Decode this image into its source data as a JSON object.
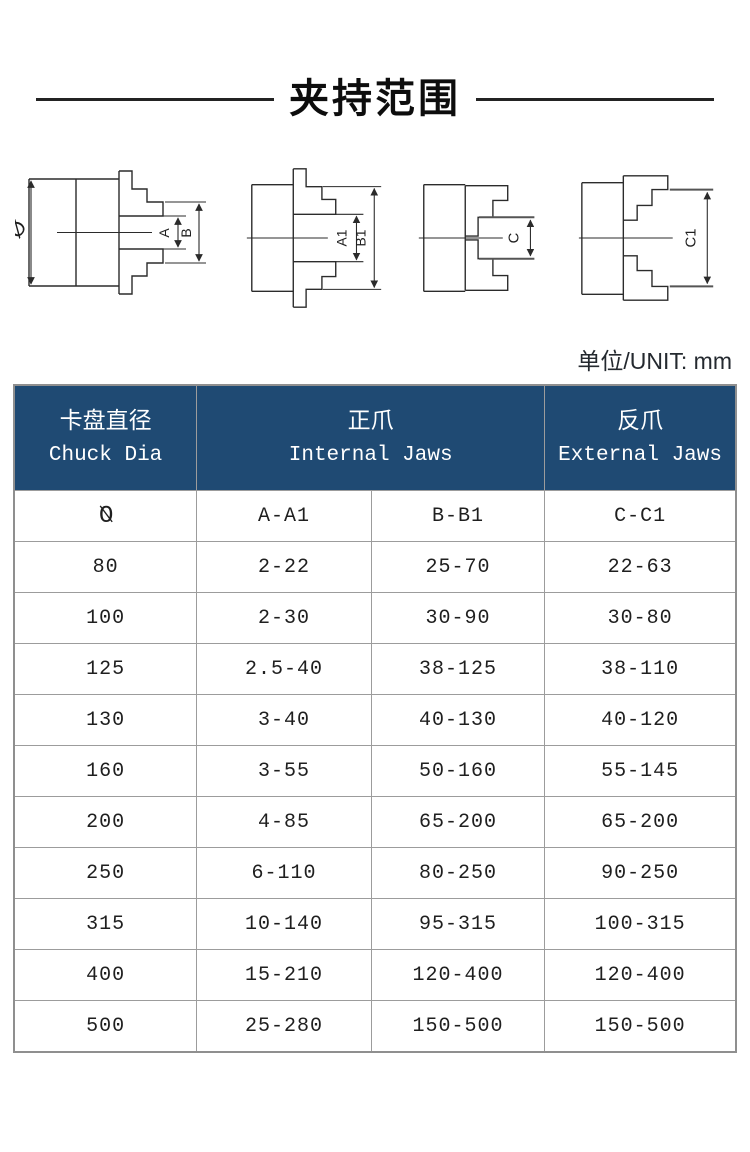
{
  "page": {
    "title": "夹持范围",
    "unit_label": "单位/UNIT: mm"
  },
  "diagrams": [
    {
      "name": "chuck-internal-jaws-gripping-view",
      "labels": [
        "Ø",
        "A",
        "B"
      ]
    },
    {
      "name": "chuck-internal-jaws-expanding-view",
      "labels": [
        "A1",
        "B1"
      ]
    },
    {
      "name": "chuck-external-jaws-gripping-view",
      "labels": [
        "C"
      ]
    },
    {
      "name": "chuck-external-jaws-expanding-view",
      "labels": [
        "C1"
      ]
    }
  ],
  "table": {
    "colors": {
      "header_bg": "#1f4a73",
      "header_text": "#ffffff",
      "border": "#9c9c9c",
      "cell_text": "#1f1f1f"
    },
    "header": [
      {
        "zh": "卡盘直径",
        "en": "Chuck Dia"
      },
      {
        "zh": "正爪",
        "en": "Internal Jaws"
      },
      {
        "zh": "反爪",
        "en": "External Jaws"
      }
    ],
    "subheader": [
      "Ø",
      "A-A1",
      "B-B1",
      "C-C1"
    ],
    "rows": [
      [
        "80",
        "2-22",
        "25-70",
        "22-63"
      ],
      [
        "100",
        "2-30",
        "30-90",
        "30-80"
      ],
      [
        "125",
        "2.5-40",
        "38-125",
        "38-110"
      ],
      [
        "130",
        "3-40",
        "40-130",
        "40-120"
      ],
      [
        "160",
        "3-55",
        "50-160",
        "55-145"
      ],
      [
        "200",
        "4-85",
        "65-200",
        "65-200"
      ],
      [
        "250",
        "6-110",
        "80-250",
        "90-250"
      ],
      [
        "315",
        "10-140",
        "95-315",
        "100-315"
      ],
      [
        "400",
        "15-210",
        "120-400",
        "120-400"
      ],
      [
        "500",
        "25-280",
        "150-500",
        "150-500"
      ]
    ]
  }
}
